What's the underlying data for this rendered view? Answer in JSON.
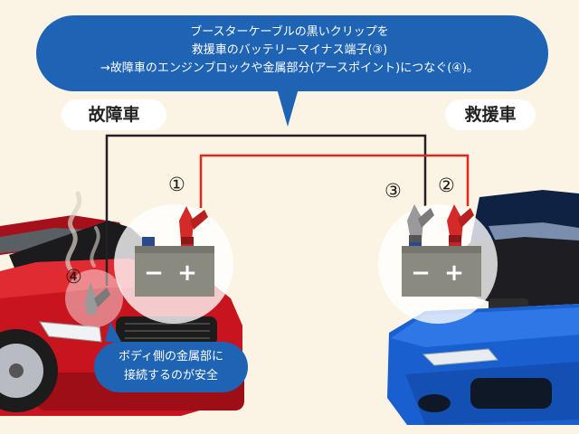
{
  "bubble": {
    "line1": "ブースターケーブルの黒いクリップを",
    "line2": "救援車のバッテリーマイナス端子(③)",
    "line3": "→故障車のエンジンブロックや金属部分(アースポイント)につなぐ(④)。"
  },
  "labels": {
    "broken_car": "故障車",
    "rescue_car": "救援車"
  },
  "markers": {
    "m1": "①",
    "m2": "②",
    "m3": "③",
    "m4": "④"
  },
  "battery": {
    "minus": "−",
    "plus": "+"
  },
  "note": {
    "line1": "ボディ側の金属部に",
    "line2": "接続するのが安全"
  },
  "colors": {
    "background": "#fbf3e4",
    "bubble": "#1e63b4",
    "black_cable": "#222222",
    "red_cable": "#e0281e",
    "broken_car": "#c8141e",
    "rescue_car": "#1a5fd0",
    "battery_body": "#8a8a80",
    "red_clip": "#d42a2a",
    "black_clip": "#9a9a9a"
  }
}
